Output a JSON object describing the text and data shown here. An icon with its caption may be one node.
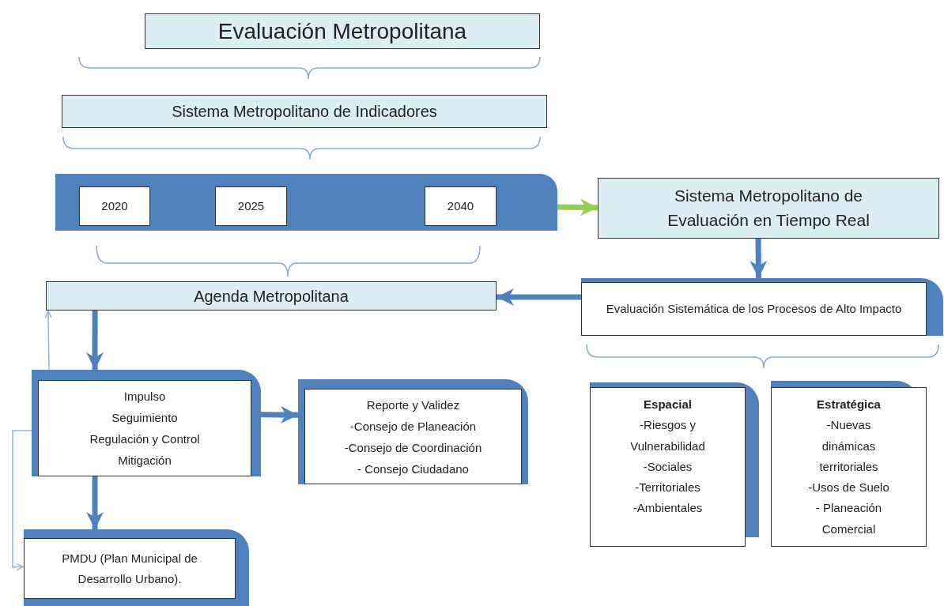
{
  "diagram": {
    "nodes": [
      {
        "text": [
          "Evaluación Metropolitana"
        ]
      },
      {
        "text": [
          "Sistema Metropolitano de Indicadores"
        ]
      },
      {
        "text": [],
        "shape": "bar"
      },
      {
        "text": [
          "2020"
        ],
        "in": 2
      },
      {
        "text": [
          "2025"
        ],
        "in": 2
      },
      {
        "text": [
          "2040"
        ],
        "in": 2
      },
      {
        "text": [
          "Sistema Metropolitano de Evaluación en Tiempo Real"
        ]
      },
      {
        "text": [
          "Agenda Metropolitana"
        ]
      },
      {
        "text": [
          "Evaluación Sistemática de los Procesos de Alto Impacto"
        ]
      },
      {
        "text": [
          "Impulso",
          "Seguimiento",
          "Regulación y Control",
          "Mitigación"
        ]
      },
      {
        "text": [
          "Reporte y Validez",
          "-Consejo de Planeación",
          "-Consejo de Coordinación",
          "- Consejo Ciudadano"
        ]
      },
      {
        "text": [
          "PMDU (Plan Municipal de Desarrollo Urbano)."
        ]
      },
      {
        "text": [
          "Espacial",
          "-Riesgos y Vulnerabilidad",
          "-Sociales",
          "-Territoriales",
          "-Ambientales"
        ]
      },
      {
        "text": [
          "Estratégica",
          "-Nuevas dinámicas territoriales",
          "-Usos de Suelo",
          "- Planeación Comercial"
        ]
      }
    ],
    "edges": [
      {
        "from": 5,
        "to": 6,
        "arrow": "to",
        "color": "#92d050"
      },
      {
        "from": 6,
        "to": 8,
        "arrow": "to"
      },
      {
        "from": 8,
        "to": 7,
        "arrow": "to"
      },
      {
        "from": 7,
        "to": 9,
        "arrow": "to"
      },
      {
        "from": 9,
        "to": 10,
        "arrow": "to"
      },
      {
        "from": 9,
        "to": 11,
        "arrow": "to"
      },
      {
        "from": 9,
        "to": 7,
        "arrow": "to",
        "color": "#95b3d7"
      },
      {
        "from": 9,
        "to": 11,
        "arrow": "to",
        "color": "#95b3d7"
      }
    ]
  }
}
